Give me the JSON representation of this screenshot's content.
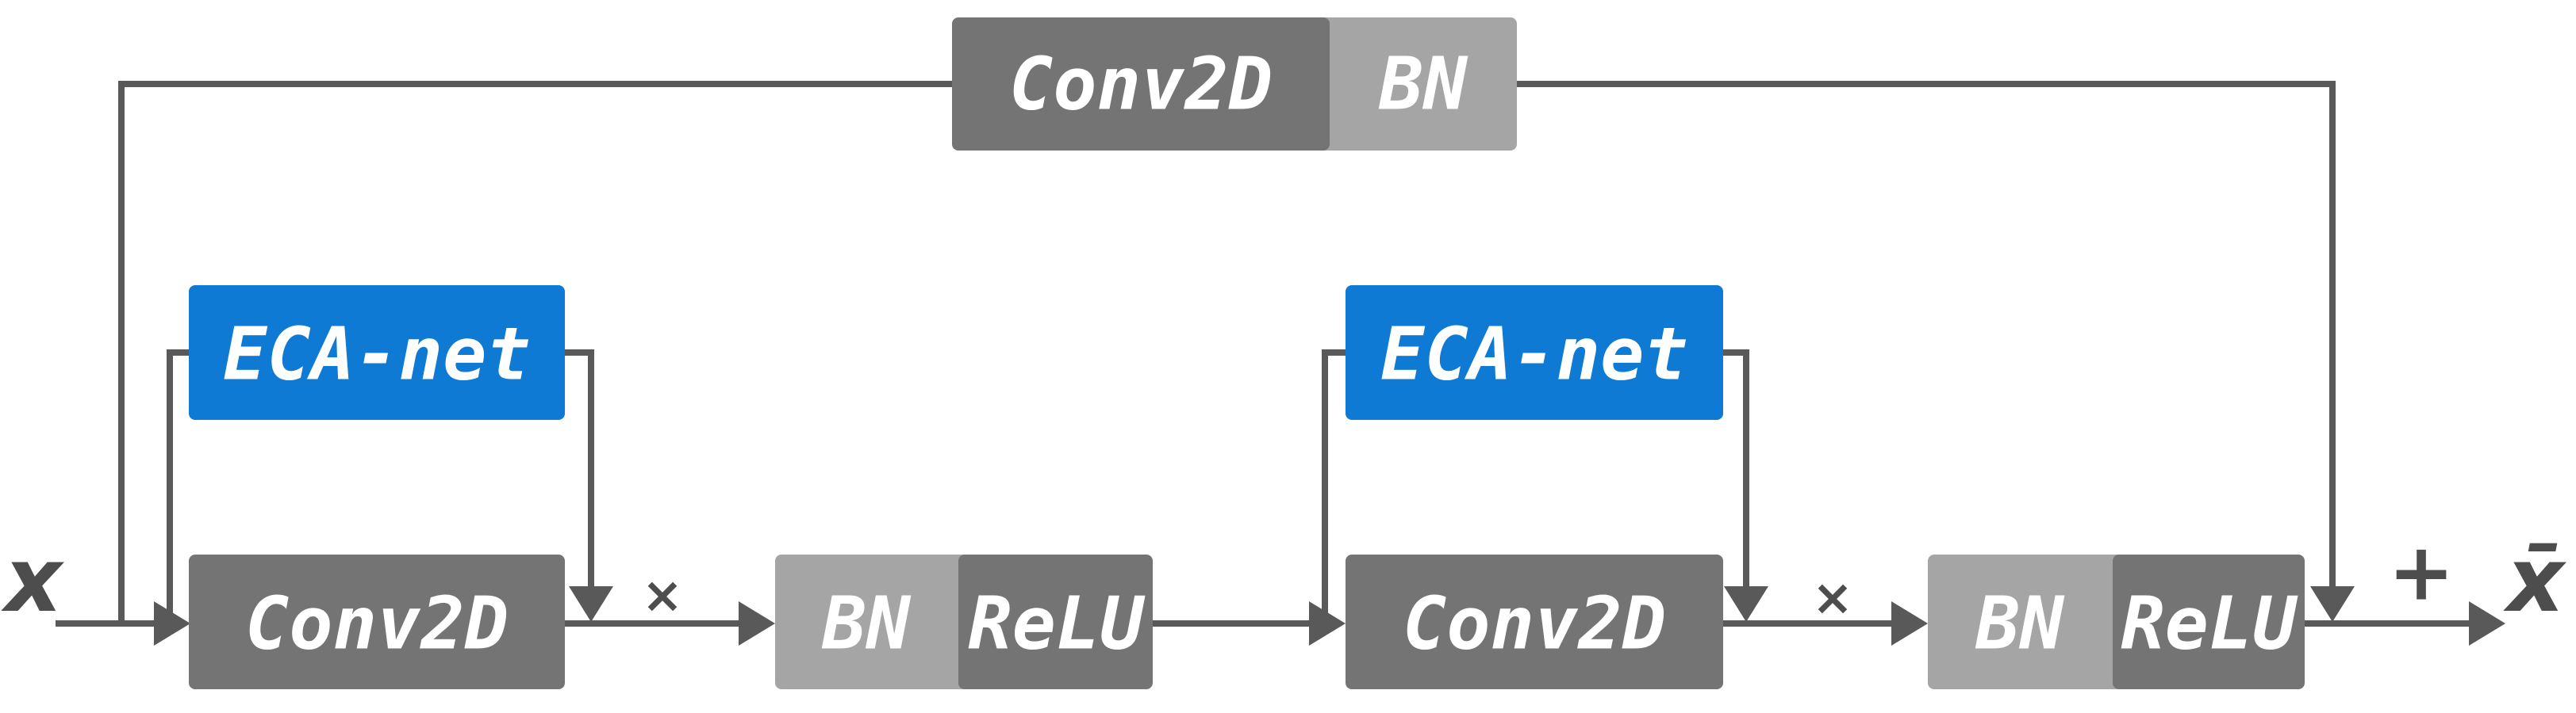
{
  "diagram": {
    "input_label": "x",
    "output_label": "x̄",
    "multiply_symbol": "×",
    "add_symbol": "+",
    "skip_block": {
      "conv_label": "Conv2D",
      "bn_label": "BN"
    },
    "group1": {
      "eca_label": "ECA-net",
      "conv_label": "Conv2D",
      "bn_label": "BN",
      "relu_label": "ReLU"
    },
    "group2": {
      "eca_label": "ECA-net",
      "conv_label": "Conv2D",
      "bn_label": "BN",
      "relu_label": "ReLU"
    }
  },
  "colors": {
    "blue": "#0e7ad3",
    "dark-gray": "#747474",
    "light-gray": "#a5a5a5",
    "line": "#595959",
    "symbol": "#4d4d4d",
    "background": "#ffffff"
  }
}
